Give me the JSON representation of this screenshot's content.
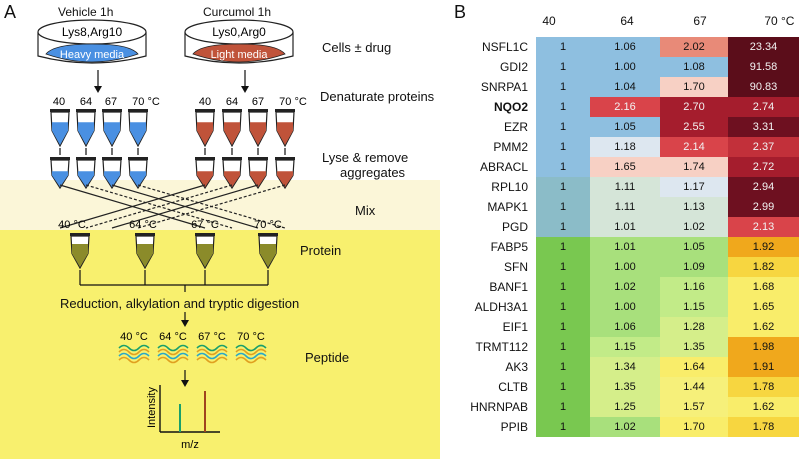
{
  "panel_a": {
    "letter": "A",
    "vehicle": {
      "title": "Vehicle 1h",
      "label": "Lys8,Arg10",
      "media": "Heavy media",
      "color": "#4a90e2"
    },
    "curcumol": {
      "title": "Curcumol 1h",
      "label": "Lys0,Arg0",
      "media": "Light media",
      "color": "#c0533a"
    },
    "steps": {
      "cells": "Cells ± drug",
      "denature": "Denaturate proteins",
      "lyse_line1": "Lyse & remove",
      "lyse_line2": "aggregates",
      "mix": "Mix",
      "protein": "Protein",
      "digestion": "Reduction, alkylation and tryptic digestion",
      "peptide": "Peptide"
    },
    "temps_left": [
      "40",
      "64",
      "67",
      "70 °C"
    ],
    "temps_right": [
      "40",
      "64",
      "67",
      "70 °C"
    ],
    "protein_temps": [
      "40 °C",
      "64 °C",
      "67 °C",
      "70 °C"
    ],
    "peptide_temps": [
      "40 °C",
      "64 °C",
      "67 °C",
      "70 °C"
    ],
    "spectrum": {
      "ylabel": "Intensity",
      "xlabel": "m/z"
    },
    "colors": {
      "mix_band": "#fbf6d8",
      "lower_band": "#f8f06e",
      "tube_yellow": "#8b8b2a"
    }
  },
  "panel_b": {
    "letter": "B",
    "unit": "°C",
    "columns": [
      "40",
      "64",
      "67",
      "70"
    ],
    "rows": [
      {
        "name": "NSFL1C",
        "bold": false,
        "values": [
          "1",
          "1.06",
          "2.02",
          "23.34"
        ]
      },
      {
        "name": "GDI2",
        "bold": false,
        "values": [
          "1",
          "1.00",
          "1.08",
          "91.58"
        ]
      },
      {
        "name": "SNRPA1",
        "bold": false,
        "values": [
          "1",
          "1.04",
          "1.70",
          "90.83"
        ]
      },
      {
        "name": "NQO2",
        "bold": true,
        "values": [
          "1",
          "2.16",
          "2.70",
          "2.74"
        ]
      },
      {
        "name": "EZR",
        "bold": false,
        "values": [
          "1",
          "1.05",
          "2.55",
          "3.31"
        ]
      },
      {
        "name": "PMM2",
        "bold": false,
        "values": [
          "1",
          "1.18",
          "2.14",
          "2.37"
        ]
      },
      {
        "name": "ABRACL",
        "bold": false,
        "values": [
          "1",
          "1.65",
          "1.74",
          "2.72"
        ]
      },
      {
        "name": "RPL10",
        "bold": false,
        "values": [
          "1",
          "1.11",
          "1.17",
          "2.94"
        ]
      },
      {
        "name": "MAPK1",
        "bold": false,
        "values": [
          "1",
          "1.11",
          "1.13",
          "2.99"
        ]
      },
      {
        "name": "PGD",
        "bold": false,
        "values": [
          "1",
          "1.01",
          "1.02",
          "2.13"
        ]
      },
      {
        "name": "FABP5",
        "bold": false,
        "values": [
          "1",
          "1.01",
          "1.05",
          "1.92"
        ]
      },
      {
        "name": "SFN",
        "bold": false,
        "values": [
          "1",
          "1.00",
          "1.09",
          "1.82"
        ]
      },
      {
        "name": "BANF1",
        "bold": false,
        "values": [
          "1",
          "1.02",
          "1.16",
          "1.68"
        ]
      },
      {
        "name": "ALDH3A1",
        "bold": false,
        "values": [
          "1",
          "1.00",
          "1.15",
          "1.65"
        ]
      },
      {
        "name": "EIF1",
        "bold": false,
        "values": [
          "1",
          "1.06",
          "1.28",
          "1.62"
        ]
      },
      {
        "name": "TRMT112",
        "bold": false,
        "values": [
          "1",
          "1.15",
          "1.35",
          "1.98"
        ]
      },
      {
        "name": "AK3",
        "bold": false,
        "values": [
          "1",
          "1.34",
          "1.64",
          "1.91"
        ]
      },
      {
        "name": "CLTB",
        "bold": false,
        "values": [
          "1",
          "1.35",
          "1.44",
          "1.78"
        ]
      },
      {
        "name": "HNRNPAB",
        "bold": false,
        "values": [
          "1",
          "1.25",
          "1.57",
          "1.62"
        ]
      },
      {
        "name": "PPIB",
        "bold": false,
        "values": [
          "1",
          "1.02",
          "1.70",
          "1.78"
        ]
      }
    ]
  }
}
